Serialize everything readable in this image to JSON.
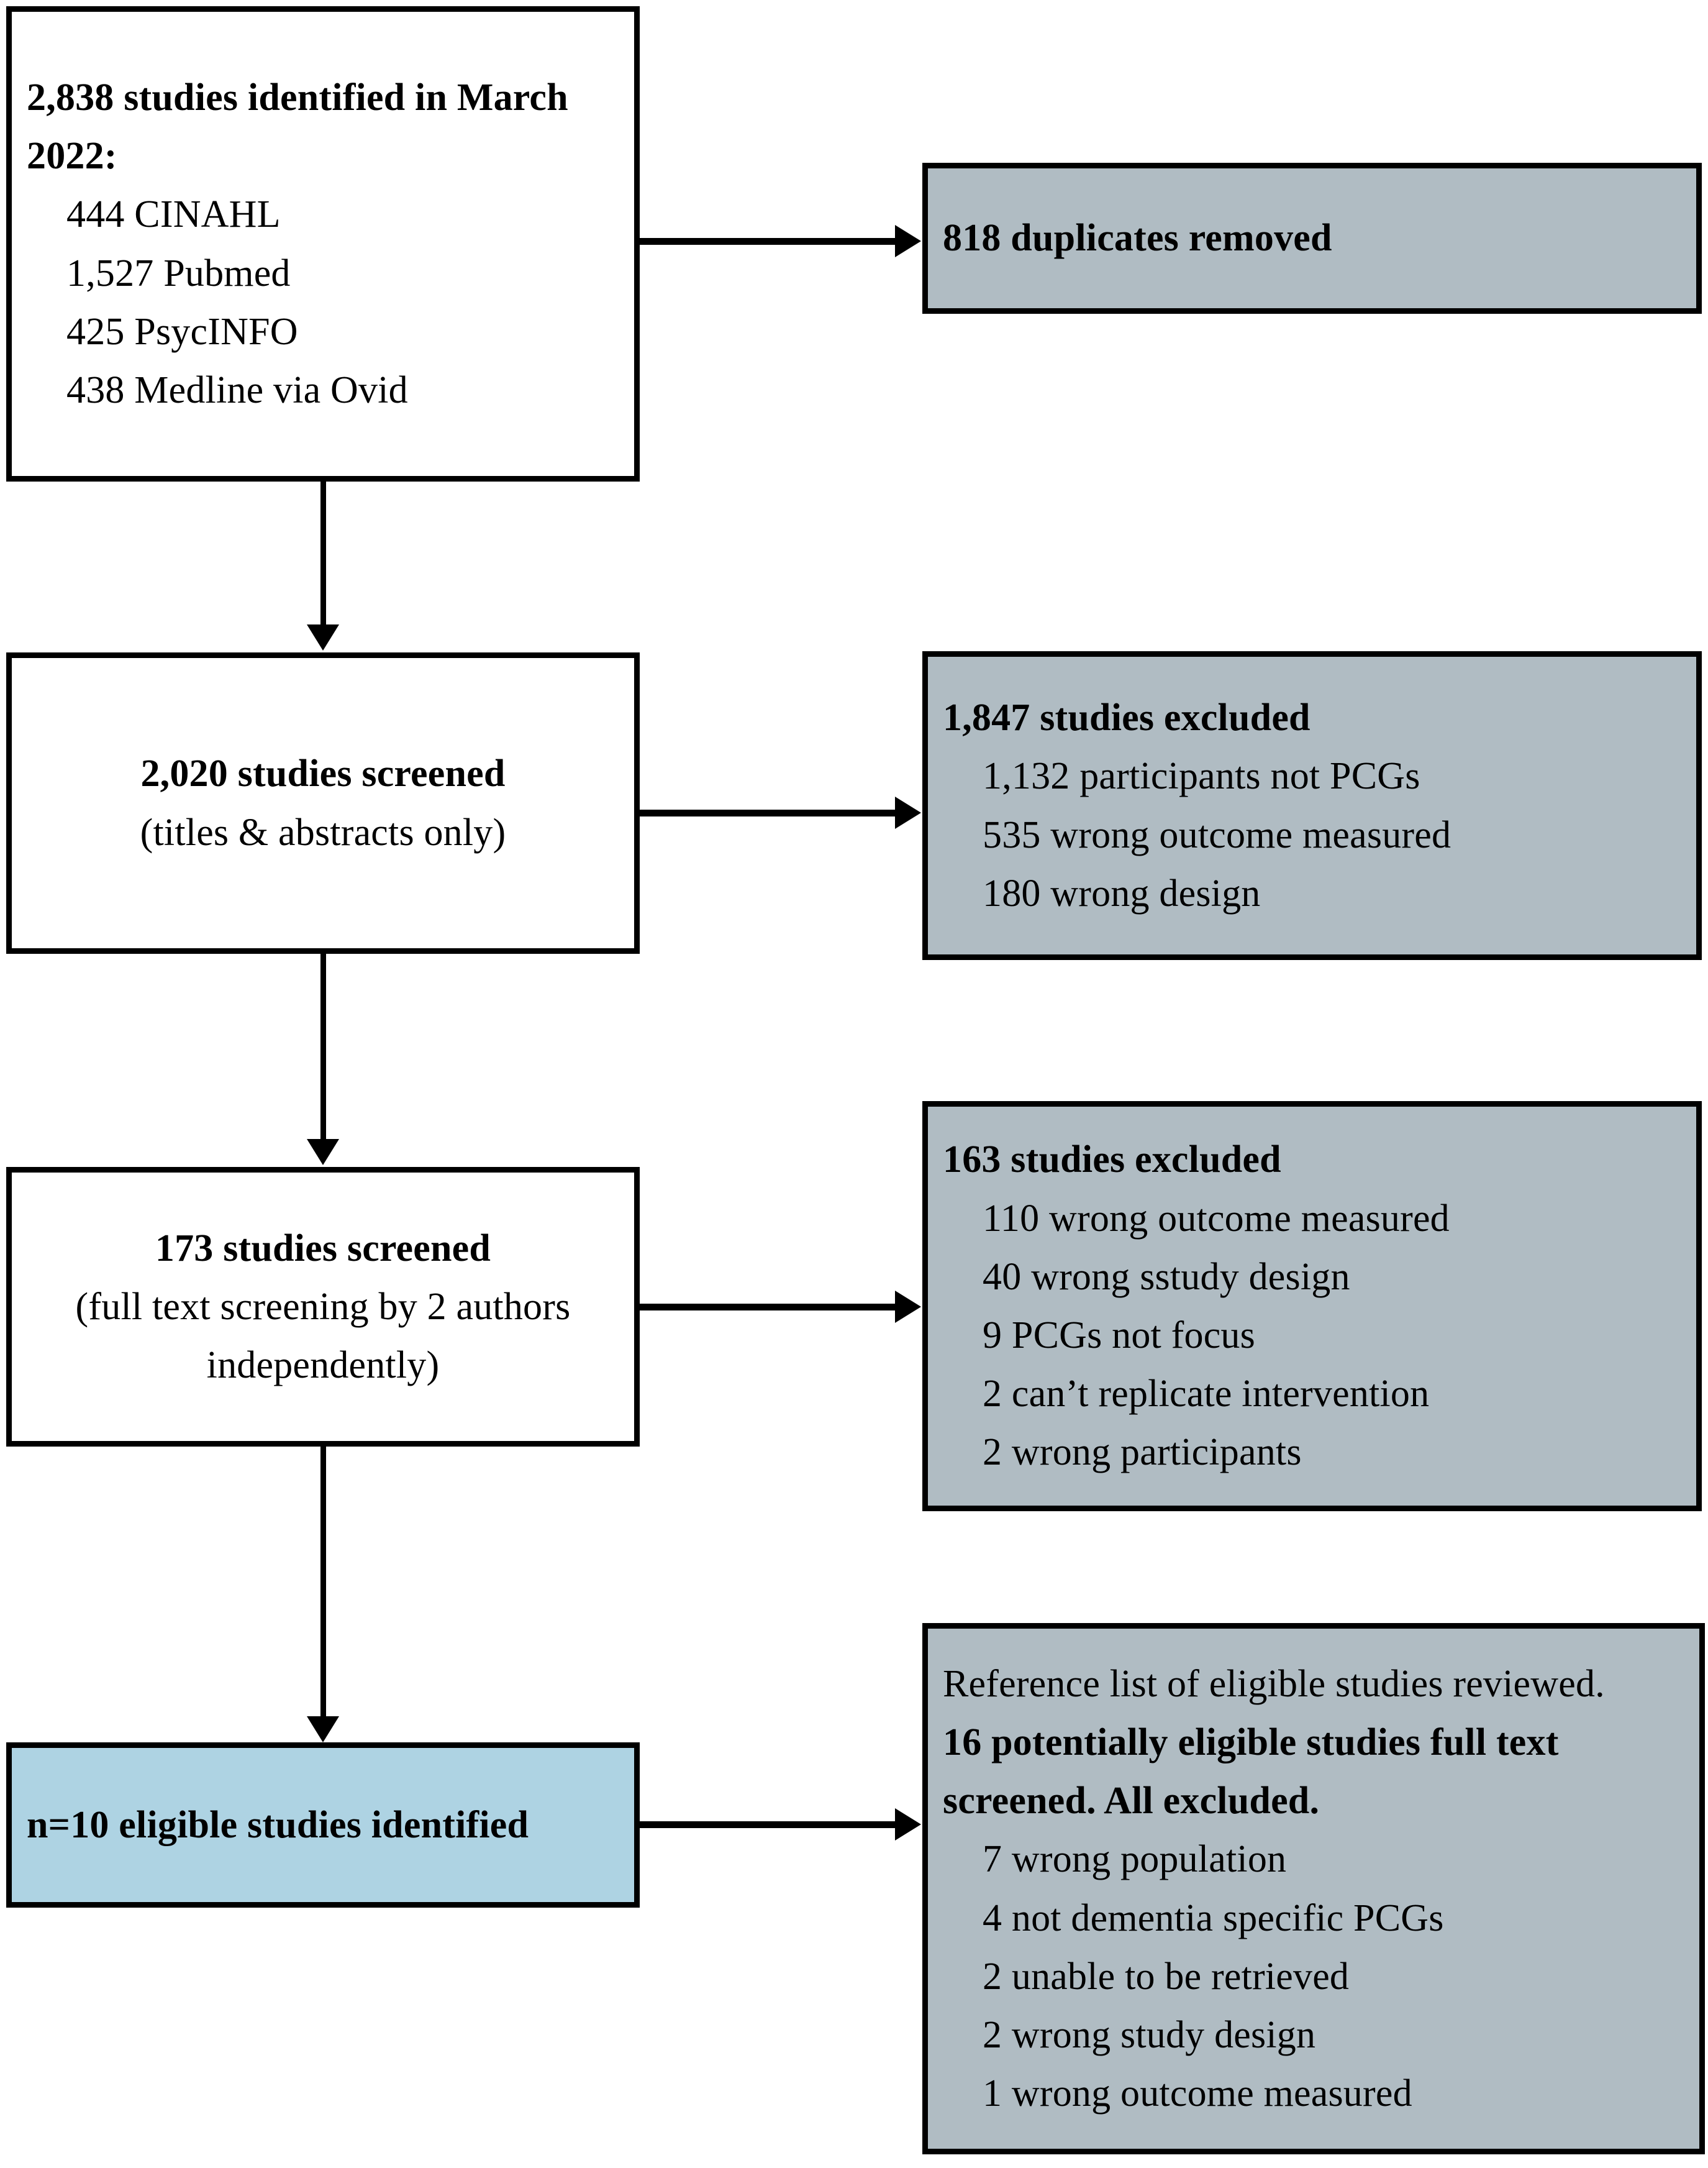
{
  "colors": {
    "excluded_box_fill": "#b0bcc3",
    "included_box_fill": "#aed3e3",
    "border": "#000000",
    "page_background": "#ffffff"
  },
  "diagram": {
    "type": "prisma-flow-diagram",
    "identification": {
      "heading_line1": "2,838 studies identified in March",
      "heading_line2": "2022:",
      "sources": [
        "444 CINAHL",
        "1,527 Pubmed",
        "425 PsycINFO",
        "438 Medline via Ovid"
      ]
    },
    "duplicates": {
      "heading": "818 duplicates removed"
    },
    "screening_titles": {
      "heading": "2,020 studies screened",
      "subtitle": "(titles & abstracts only)"
    },
    "excluded_titles": {
      "heading": "1,847 studies excluded",
      "reasons": [
        "1,132 participants not PCGs",
        "535 wrong outcome measured",
        "180 wrong design"
      ]
    },
    "screening_fulltext": {
      "heading": "173 studies screened",
      "subtitle_line1": "(full text screening by 2 authors",
      "subtitle_line2": "independently)"
    },
    "excluded_fulltext": {
      "heading": "163 studies excluded",
      "reasons": [
        "110 wrong outcome measured",
        "40 wrong sstudy design",
        "9 PCGs not focus",
        "2 can’t replicate intervention",
        "2 wrong participants"
      ]
    },
    "included": {
      "heading": "n=10 eligible studies identified"
    },
    "reference_list_search": {
      "intro": "Reference list of eligible studies reviewed.",
      "heading_line1": "16 potentially eligible studies full text",
      "heading_line2": "screened. All excluded.",
      "reasons": [
        "7 wrong population",
        "4 not dementia specific PCGs",
        "2 unable to be retrieved",
        "2 wrong study design",
        "1 wrong outcome measured"
      ]
    }
  }
}
